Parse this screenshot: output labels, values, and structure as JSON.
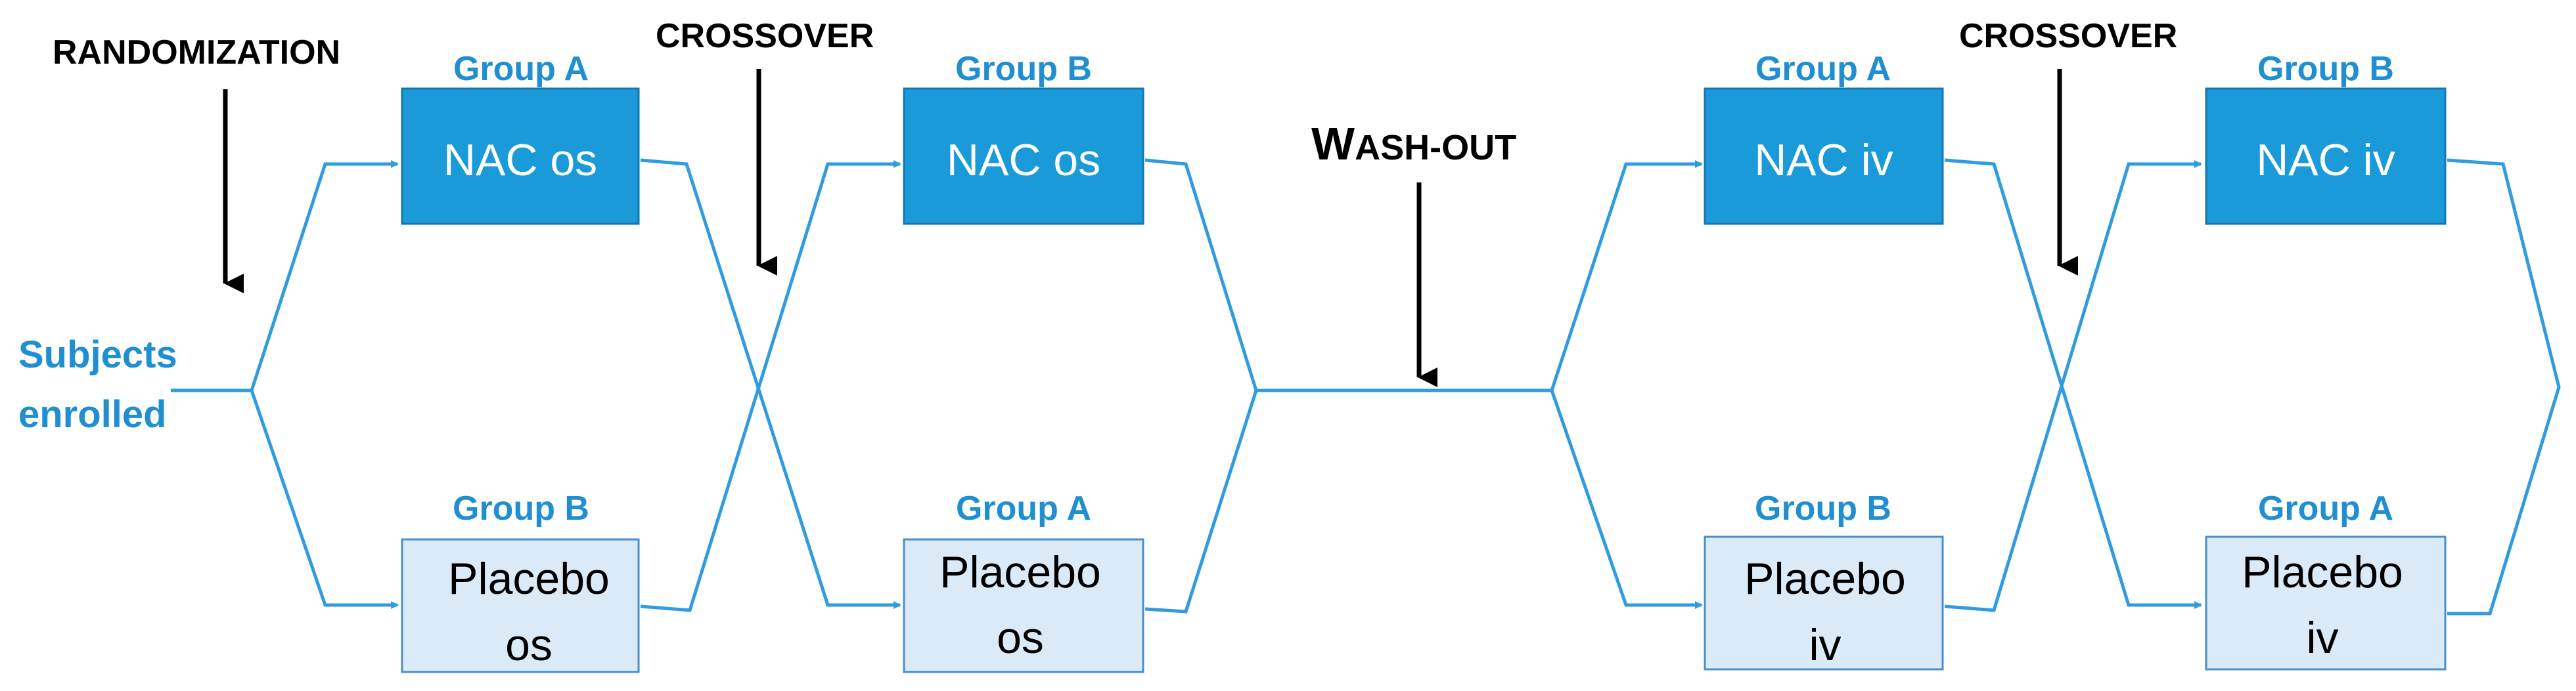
{
  "labels": {
    "randomization": "RANDOMIZATION",
    "crossover_1": "CROSSOVER",
    "crossover_2": "CROSSOVER",
    "washout_cap_w": "W",
    "washout_rest": "ASH-OUT",
    "subjects_line1": "Subjects",
    "subjects_line2": "enrolled"
  },
  "periods": [
    {
      "top": {
        "group": "Group A",
        "line1": "NAC os",
        "line2": ""
      },
      "bottom": {
        "group": "Group B",
        "line1": "Placebo",
        "line2": "os"
      }
    },
    {
      "top": {
        "group": "Group B",
        "line1": "NAC os",
        "line2": ""
      },
      "bottom": {
        "group": "Group A",
        "line1": "Placebo",
        "line2": "os"
      }
    },
    {
      "top": {
        "group": "Group A",
        "line1": "NAC iv",
        "line2": ""
      },
      "bottom": {
        "group": "Group B",
        "line1": "Placebo",
        "line2": "iv"
      }
    },
    {
      "top": {
        "group": "Group B",
        "line1": "NAC iv",
        "line2": ""
      },
      "bottom": {
        "group": "Group A",
        "line1": "Placebo",
        "line2": "iv"
      }
    }
  ],
  "colors": {
    "dark_box": "#1a9ad8",
    "dark_box_border": "#1578b0",
    "light_box": "#dbeaf7",
    "light_box_border": "#4a8fc8",
    "flow_line": "#2f9be0",
    "group_label": "#1f8fd1",
    "arrow": "#000000"
  }
}
